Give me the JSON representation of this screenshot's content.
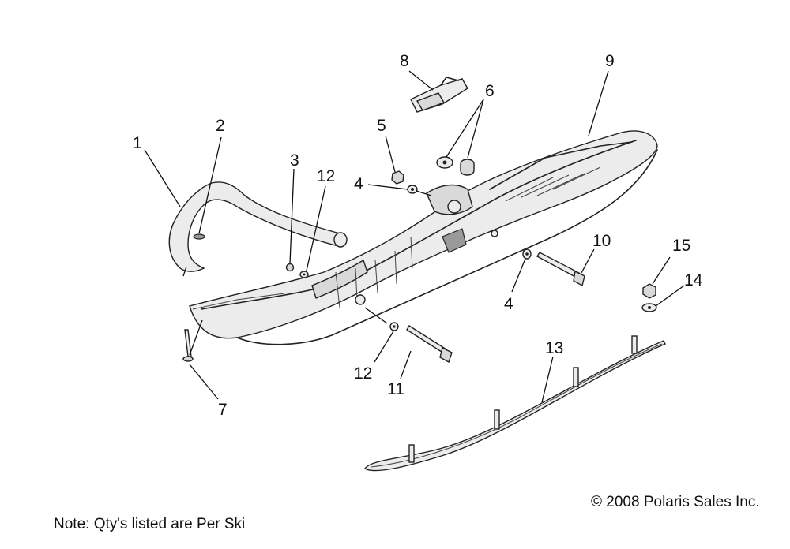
{
  "callouts": {
    "c1": "1",
    "c2": "2",
    "c3": "3",
    "c4a": "4",
    "c4b": "4",
    "c5": "5",
    "c6": "6",
    "c7": "7",
    "c8": "8",
    "c9": "9",
    "c10": "10",
    "c11": "11",
    "c12a": "12",
    "c12b": "12",
    "c13": "13",
    "c14": "14",
    "c15": "15"
  },
  "copyright": "© 2008 Polaris Sales Inc.",
  "note": "Note: Qty's listed are Per Ski"
}
